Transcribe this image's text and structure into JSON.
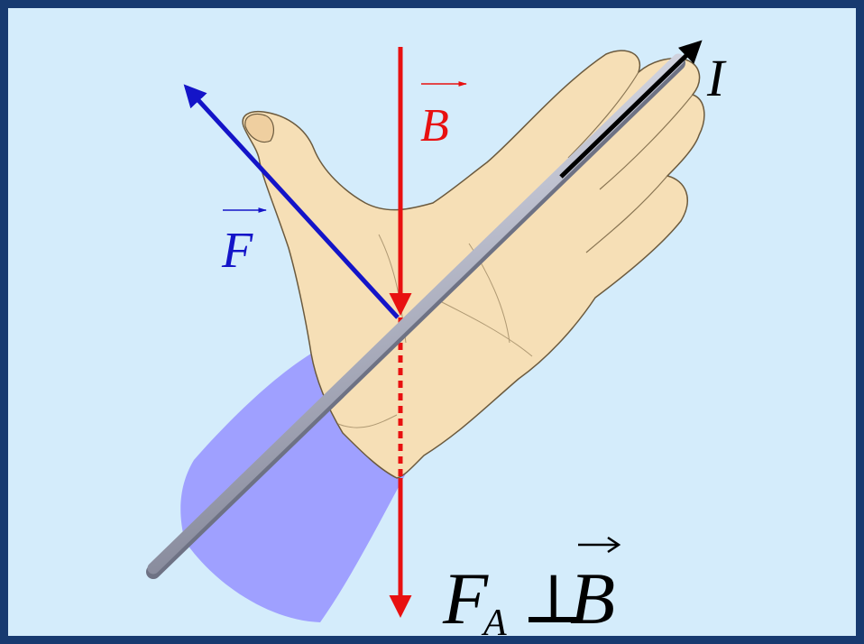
{
  "labels": {
    "force": "F",
    "field": "B",
    "current": "I",
    "formula_main": "F",
    "formula_sub": "A",
    "formula_symbol": "⊥",
    "formula_vector": "B"
  },
  "colors": {
    "background": "#d4ecfb",
    "border": "#173a70",
    "skin": "#f6dfb6",
    "skin_outline": "#6b5a3e",
    "sleeve": "#9fa0ff",
    "force_arrow": "#1414c8",
    "field_arrow": "#e81010",
    "current_arrow": "#000000",
    "conductor": "#c9ccd8"
  }
}
